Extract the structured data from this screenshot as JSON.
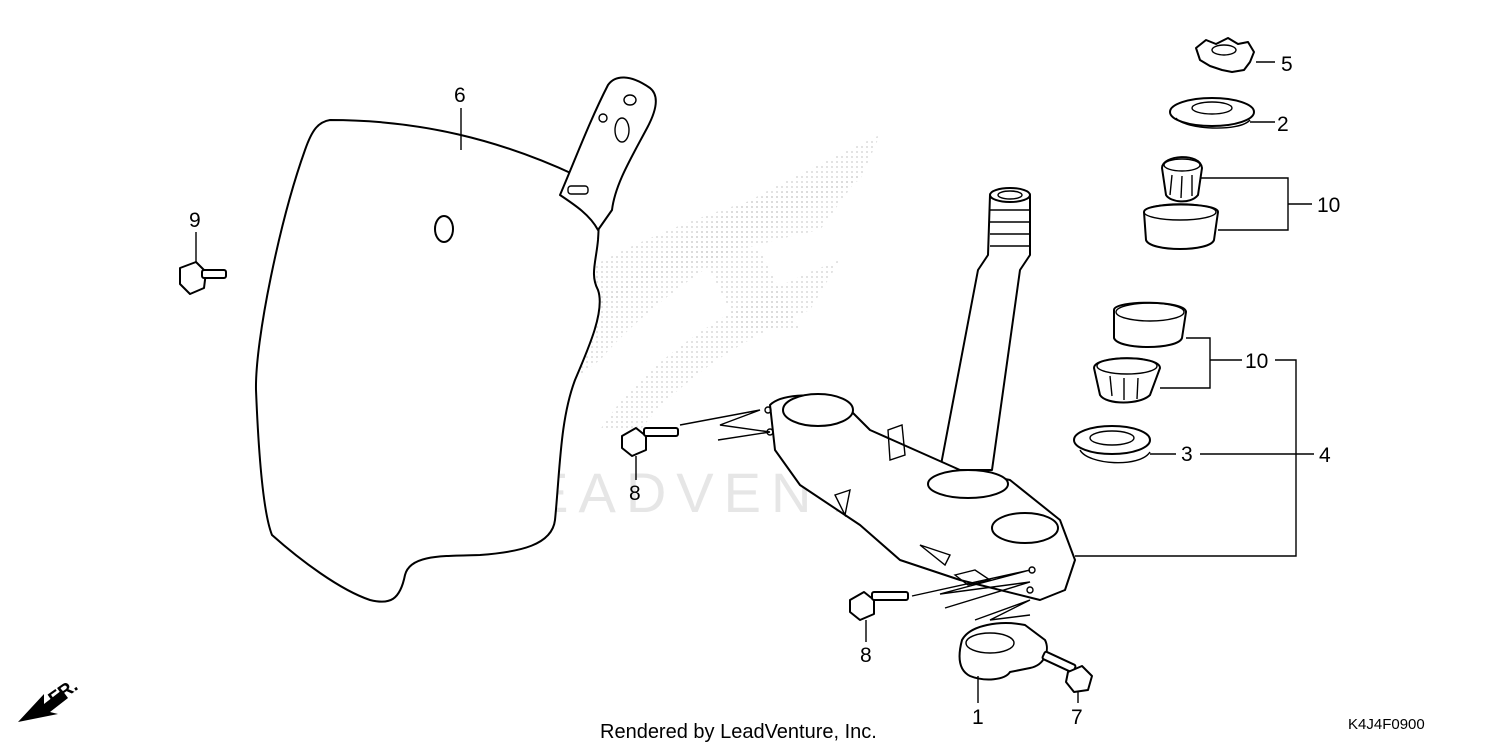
{
  "diagram": {
    "footer": "Rendered by LeadVenture, Inc.",
    "diagram_code": "K4J4F0900",
    "front_indicator": "FR.",
    "watermark": "LEADVENTURE",
    "callouts": {
      "c1": "1",
      "c2": "2",
      "c3": "3",
      "c4": "4",
      "c5": "5",
      "c6": "6",
      "c7": "7",
      "c8a": "8",
      "c8b": "8",
      "c9": "9",
      "c10a": "10",
      "c10b": "10"
    }
  }
}
